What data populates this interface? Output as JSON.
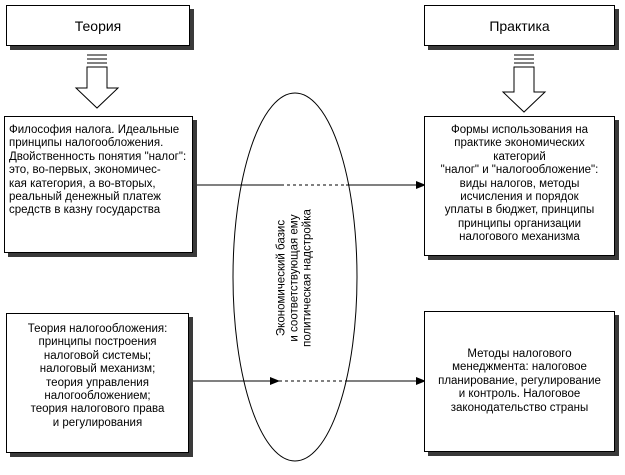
{
  "headers": {
    "theory": "Теория",
    "practice": "Практика"
  },
  "boxes": {
    "philosophy": {
      "lines": [
        "Философия налога. Идеальные",
        "принципы налогообложения.",
        "Двойственность понятия \"налог\":",
        "это, во-первых, экономичес-",
        "кая категория, а во-вторых,",
        "реальный денежный платеж",
        "средств в казну государства"
      ]
    },
    "forms": {
      "lines": [
        "Формы использования на",
        "практике экономических",
        "категорий",
        "\"налог\" и \"налогообложение\":",
        "виды налогов, методы",
        "исчисления и порядок",
        "уплаты в бюджет, принципы",
        "принципы организации",
        "налогового механизма"
      ]
    },
    "taxation_theory": {
      "lines": [
        "Теория налогообложения:",
        "принципы построения",
        "налоговой системы;",
        "налоговый механизм;",
        "теория управления",
        "налогообложением;",
        "теория налогового права",
        "и регулирования"
      ]
    },
    "methods": {
      "lines": [
        "Методы налогового",
        "менеджмента: налоговое",
        "планирование, регулирование",
        "и контроль. Налоговое",
        "законодательство страны"
      ]
    }
  },
  "ellipse": {
    "lines": [
      "Экономический базис",
      "и соответствующая ему",
      "политическая надстройка"
    ]
  }
}
